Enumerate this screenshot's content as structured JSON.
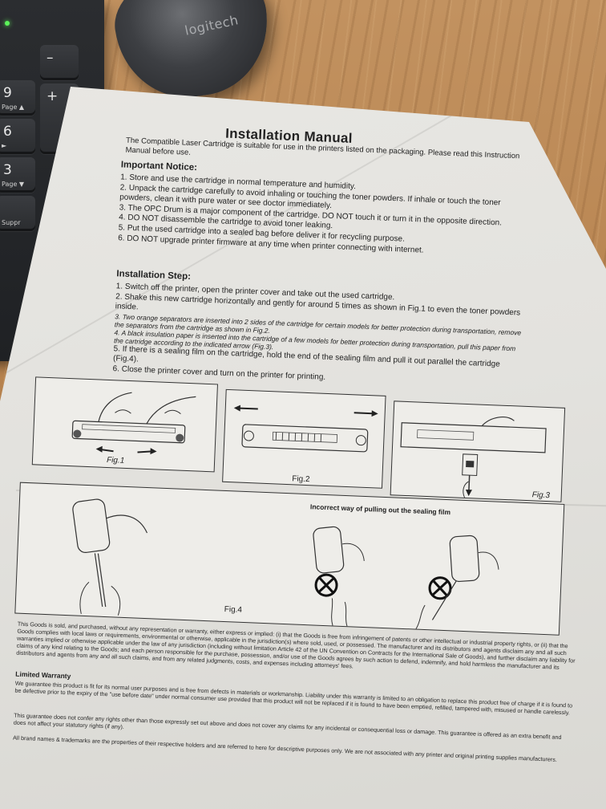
{
  "keyboard": {
    "keys": [
      {
        "main": "9",
        "sub": "Page ▲"
      },
      {
        "main": "–",
        "sub": ""
      },
      {
        "main": "6",
        "sub": "►"
      },
      {
        "main": "+",
        "sub": ""
      },
      {
        "main": "3",
        "sub": "Page ▼"
      },
      {
        "main": "",
        "sub": "Suppr"
      }
    ]
  },
  "mouse": {
    "brand": "logitech"
  },
  "manual": {
    "title": "Installation Manual",
    "intro": "The Compatible Laser Cartridge is suitable for use in the printers listed on the packaging. Please read this Instruction Manual before use.",
    "notice_heading": "Important Notice:",
    "notice_items": [
      "1. Store and use the cartridge in normal temperature and humidity.",
      "2. Unpack the cartridge carefully to avoid inhaling or touching the toner powders. If inhale or touch the toner powders, clean it with pure water or see doctor immediately.",
      "3. The OPC Drum is a major component of the cartridge. DO NOT touch it or turn it in the opposite direction.",
      "4. DO NOT disassemble the cartridge to avoid toner leaking.",
      "5. Put the used cartridge into a sealed bag before deliver it for recycling purpose.",
      "6. DO NOT upgrade printer firmware at any time when printer connecting with internet."
    ],
    "step_heading": "Installation Step:",
    "step_items": [
      "1. Switch off the printer, open the printer cover and take out the used cartridge.",
      "2. Shake this new cartridge horizontally and gently for around 5 times as shown in Fig.1 to even the toner powders inside.",
      "3. Two orange separators are inserted into 2 sides of the cartridge for certain models for better protection during transportation, remove the separators from the cartridge as shown in Fig.2.",
      "4. A black insulation paper is inserted into the cartridge of a few models for better protection during transportation, pull this paper from the cartridge according to the indicated arrow (Fig.3).",
      "5. If there is a sealing film on the cartridge, hold the end of the sealing film and pull it out parallel the cartridge (Fig.4).",
      "6. Close the printer cover and turn on the printer for printing."
    ],
    "figures": {
      "fig1": "Fig.1",
      "fig2": "Fig.2",
      "fig3": "Fig.3",
      "fig4": "Fig.4",
      "incorrect": "Incorrect way of pulling out the sealing film"
    },
    "legal": "This Goods is sold, and purchased, without any representation or warranty, either express or implied: (i) that the Goods is free from infringement of patents or other intellectual or industrial property rights, or (ii) that the Goods complies with local laws or requirements, environmental or otherwise, applicable in the jurisdiction(s) where sold, used, or possessed. The manufacturer and its distributors and agents disclaim any and all such warranties implied or otherwise applicable under the law of any jurisdiction (including without limitation Article 42 of the UN Convention on Contracts for the International Sale of Goods), and further disclaim any liability for claims of any kind relating to the Goods; and each person responsible for the purchase, possession, and/or use of the Goods agrees by such action to defend, indemnify, and hold harmless the manufacturer and its distributors and agents from any and all such claims, and from any related judgments, costs, and expenses including attorneys' fees.",
    "warranty_heading": "Limited Warranty",
    "warranty_text": "We guarantee this product is fit for its normal user purposes and is free from defects in materials or workmanship. Liability under this warranty is limited to an obligation to replace this product free of charge if it is found to be defective prior to the expiry of the \"use before date\" under normal consumer use provided that this product will not be replaced if it is found to have been emptied, refilled, tampered with, misused or handle carelessly.",
    "guarantee_text": "This guarantee does not confer any rights other than those expressly set out above and does not cover any claims for any incidental or consequential loss or damage. This guarantee is offered as an extra benefit and does not affect your statutory rights (if any).",
    "brands_text": "All brand names & trademarks are the properties of their respective holders and are referred to here for descriptive purposes only. We are not associated with any printer and original printing supplies manufacturers."
  }
}
